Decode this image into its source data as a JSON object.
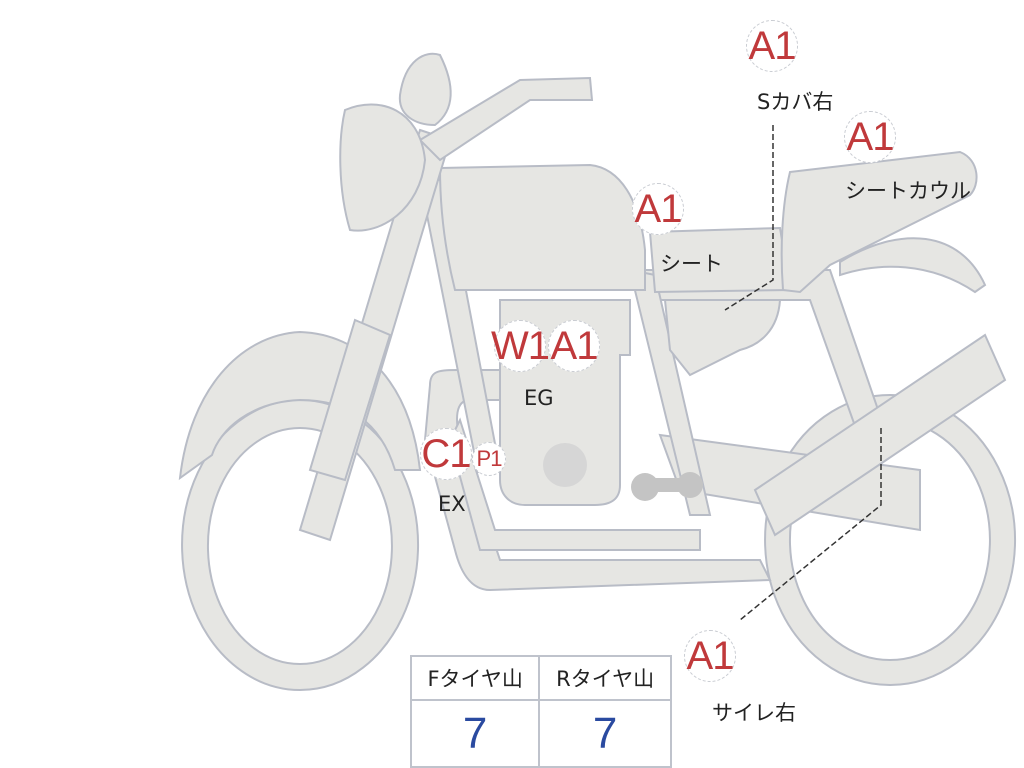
{
  "colors": {
    "body_fill": "#e6e6e3",
    "outline": "#b8bcc6",
    "mark_red": "#c0393b",
    "value_blue": "#2a4aa0"
  },
  "marks": [
    {
      "code": "A1",
      "label": "Sカバ右"
    },
    {
      "code": "A1",
      "label": "シートカウル"
    },
    {
      "code": "A1",
      "label": "シート"
    },
    {
      "code": "W1",
      "label": ""
    },
    {
      "code": "A1",
      "label": "EG"
    },
    {
      "code": "C1",
      "label": "EX"
    },
    {
      "code": "P1",
      "label": ""
    },
    {
      "code": "A1",
      "label": "サイレ右"
    }
  ],
  "tire_table": {
    "headers": [
      "Fタイヤ山",
      "Rタイヤ山"
    ],
    "values": [
      "7",
      "7"
    ]
  }
}
